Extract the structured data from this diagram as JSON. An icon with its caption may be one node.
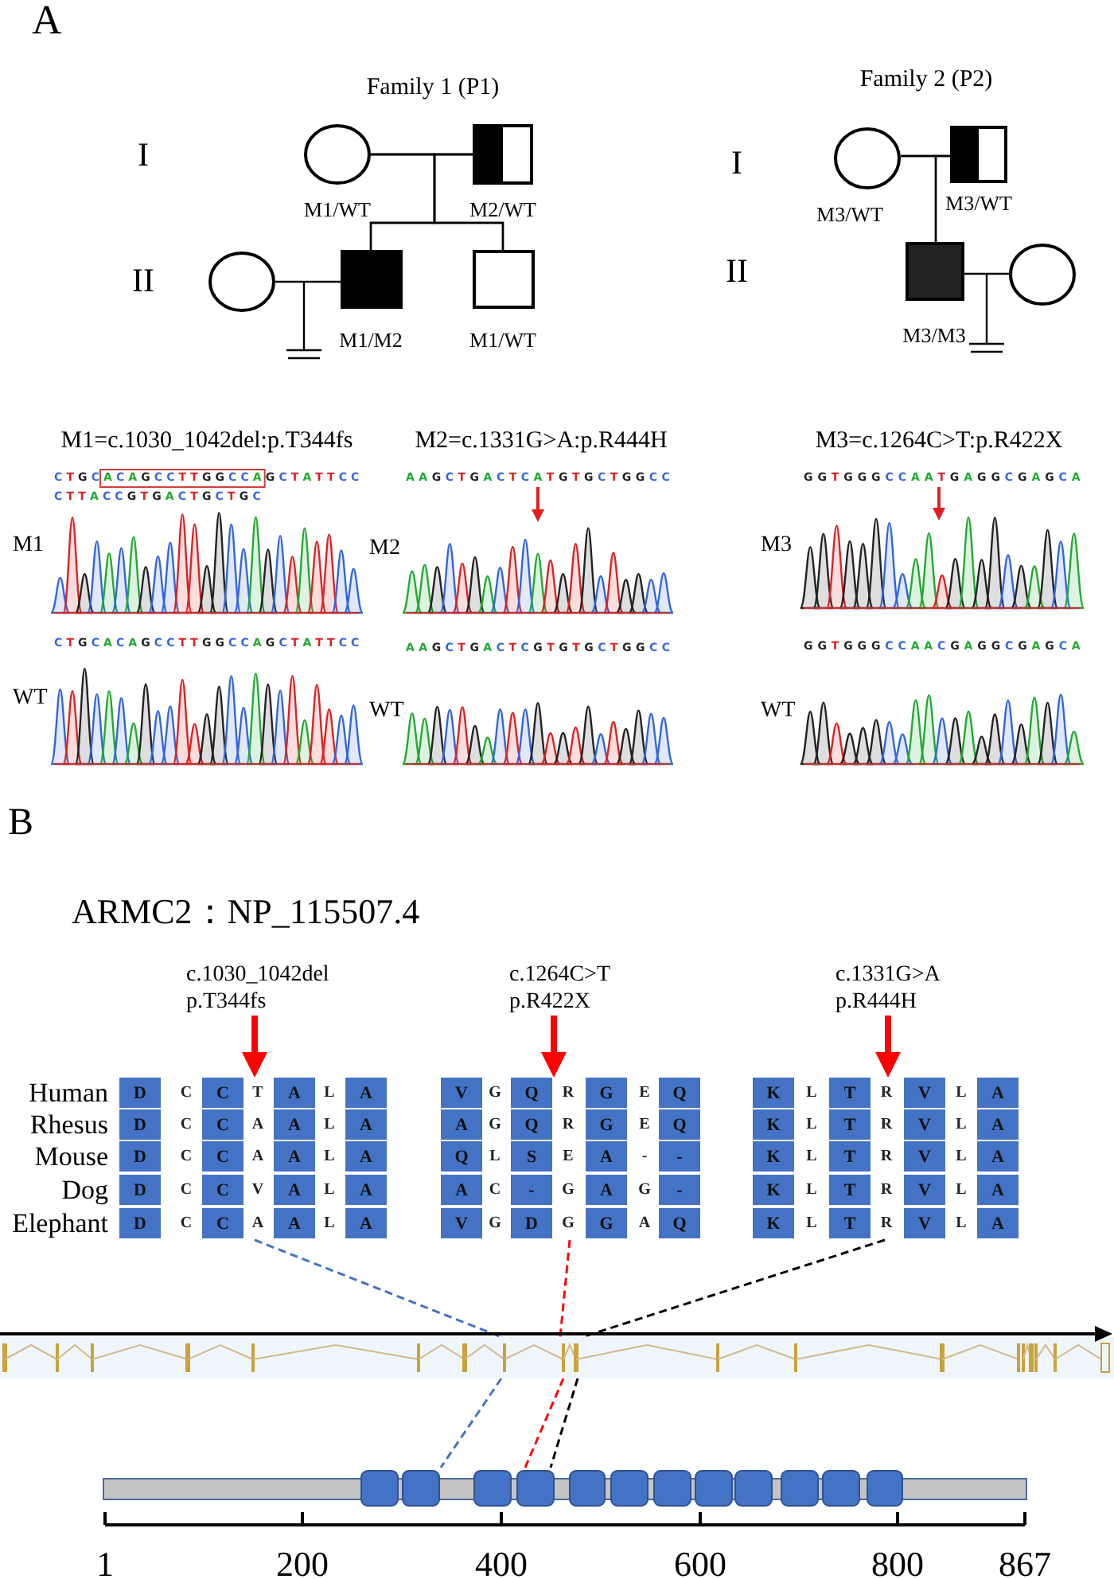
{
  "diagram": {
    "nodes": [
      {
        "text": [],
        "shape": "circle",
        "beside": [
          "M1/WT"
        ]
      },
      {
        "text": [],
        "shape": "box",
        "beside": [
          "M2/WT"
        ]
      },
      {
        "text": [],
        "shape": "circle"
      },
      {
        "text": [],
        "shape": "box",
        "beside": [
          "M1/M2"
        ]
      },
      {
        "text": [],
        "shape": "box",
        "beside": [
          "M1/WT"
        ]
      },
      {
        "text": [],
        "shape": "circle",
        "beside": [
          "M3/WT"
        ]
      },
      {
        "text": [],
        "shape": "box",
        "beside": [
          "M3/WT"
        ]
      },
      {
        "text": [],
        "shape": "box",
        "beside": [
          "M3/M3"
        ]
      },
      {
        "text": [],
        "shape": "circle"
      },
      {
        "text": [
          "c.1030_1042del",
          "p.T344fs"
        ]
      },
      {
        "text": [
          "c.1264C>T",
          "p.R422X"
        ]
      },
      {
        "text": [
          "c.1331G>A",
          "p.R444H"
        ]
      },
      {
        "text": [
          "D C C T A L A",
          "D C C A A L A",
          "D C C A A L A",
          "D C C V A L A",
          "D C C A A L A"
        ]
      },
      {
        "text": [
          "V G Q R G E Q",
          "A G Q R G E Q",
          "Q L S E A - -",
          "A C - G A G -",
          "V G D G G A Q"
        ]
      },
      {
        "text": [
          "K L T R V L A",
          "K L T R V L A",
          "K L T R V L A",
          "K L T R V L A",
          "K L T R V L A"
        ]
      },
      {
        "text": [],
        "shape": "bar"
      },
      {
        "text": [],
        "shape": "bar"
      }
    ],
    "edges": [
      {
        "from": 0,
        "to": 1,
        "arrow": "none"
      },
      {
        "from": 0,
        "to": 3,
        "arrow": "none"
      },
      {
        "from": 0,
        "to": 4,
        "arrow": "none"
      },
      {
        "from": 1,
        "to": 3,
        "arrow": "none"
      },
      {
        "from": 1,
        "to": 4,
        "arrow": "none"
      },
      {
        "from": 2,
        "to": 3,
        "arrow": "none"
      },
      {
        "from": 5,
        "to": 6,
        "arrow": "none"
      },
      {
        "from": 5,
        "to": 7,
        "arrow": "none"
      },
      {
        "from": 6,
        "to": 7,
        "arrow": "none"
      },
      {
        "from": 7,
        "to": 8,
        "arrow": "none"
      },
      {
        "from": 9,
        "to": 12,
        "arrow": "to",
        "style": "thick",
        "color": "#ff0000"
      },
      {
        "from": 10,
        "to": 13,
        "arrow": "to",
        "style": "thick",
        "color": "#ff0000"
      },
      {
        "from": 11,
        "to": 14,
        "arrow": "to",
        "style": "thick",
        "color": "#ff0000"
      },
      {
        "from": 12,
        "to": 15,
        "arrow": "none",
        "style": "dashed",
        "color": "#4472c4"
      },
      {
        "from": 15,
        "to": 16,
        "arrow": "none",
        "style": "dashed",
        "color": "#4472c4"
      },
      {
        "from": 13,
        "to": 15,
        "arrow": "none",
        "style": "dashed",
        "color": "#ff0000"
      },
      {
        "from": 15,
        "to": 16,
        "arrow": "none",
        "style": "dashed",
        "color": "#ff0000"
      },
      {
        "from": 14,
        "to": 15,
        "arrow": "none",
        "style": "dashed"
      },
      {
        "from": 15,
        "to": 16,
        "arrow": "none",
        "style": "dashed"
      }
    ],
    "labels": [
      "A",
      "Family 1 (P1)",
      "Family 2 (P2)",
      "I",
      "I",
      "II",
      "II",
      "M1=c.1030_1042del:p.T344fs",
      "M2=c.1331G>A:p.R444H",
      "M3=c.1264C>T:p.R422X",
      "C T G C A C A G C C T T G G C C A G C T A T T C C",
      "A A G C T G A C T C A T G T G C T G G C C",
      "G G T G G G C C A A T G A G G C G A G C A",
      "C T T A C C G T G A C T G C T G C",
      "M1",
      "M2",
      "M3",
      "C T G C A C A G C C T T G G C C A G C T A T T C C",
      "A A G C T G A C T C G T G T G C T G G C C",
      "G G T G G G C C A A C G A G G C G A G C A",
      "WT",
      "WT",
      "WT",
      "B",
      "ARMC2：NP_115507.4",
      "Human",
      "Rhesus",
      "Mouse",
      "Dog",
      "Elephant",
      "1",
      "200",
      "400",
      "600",
      "800",
      "867"
    ]
  }
}
